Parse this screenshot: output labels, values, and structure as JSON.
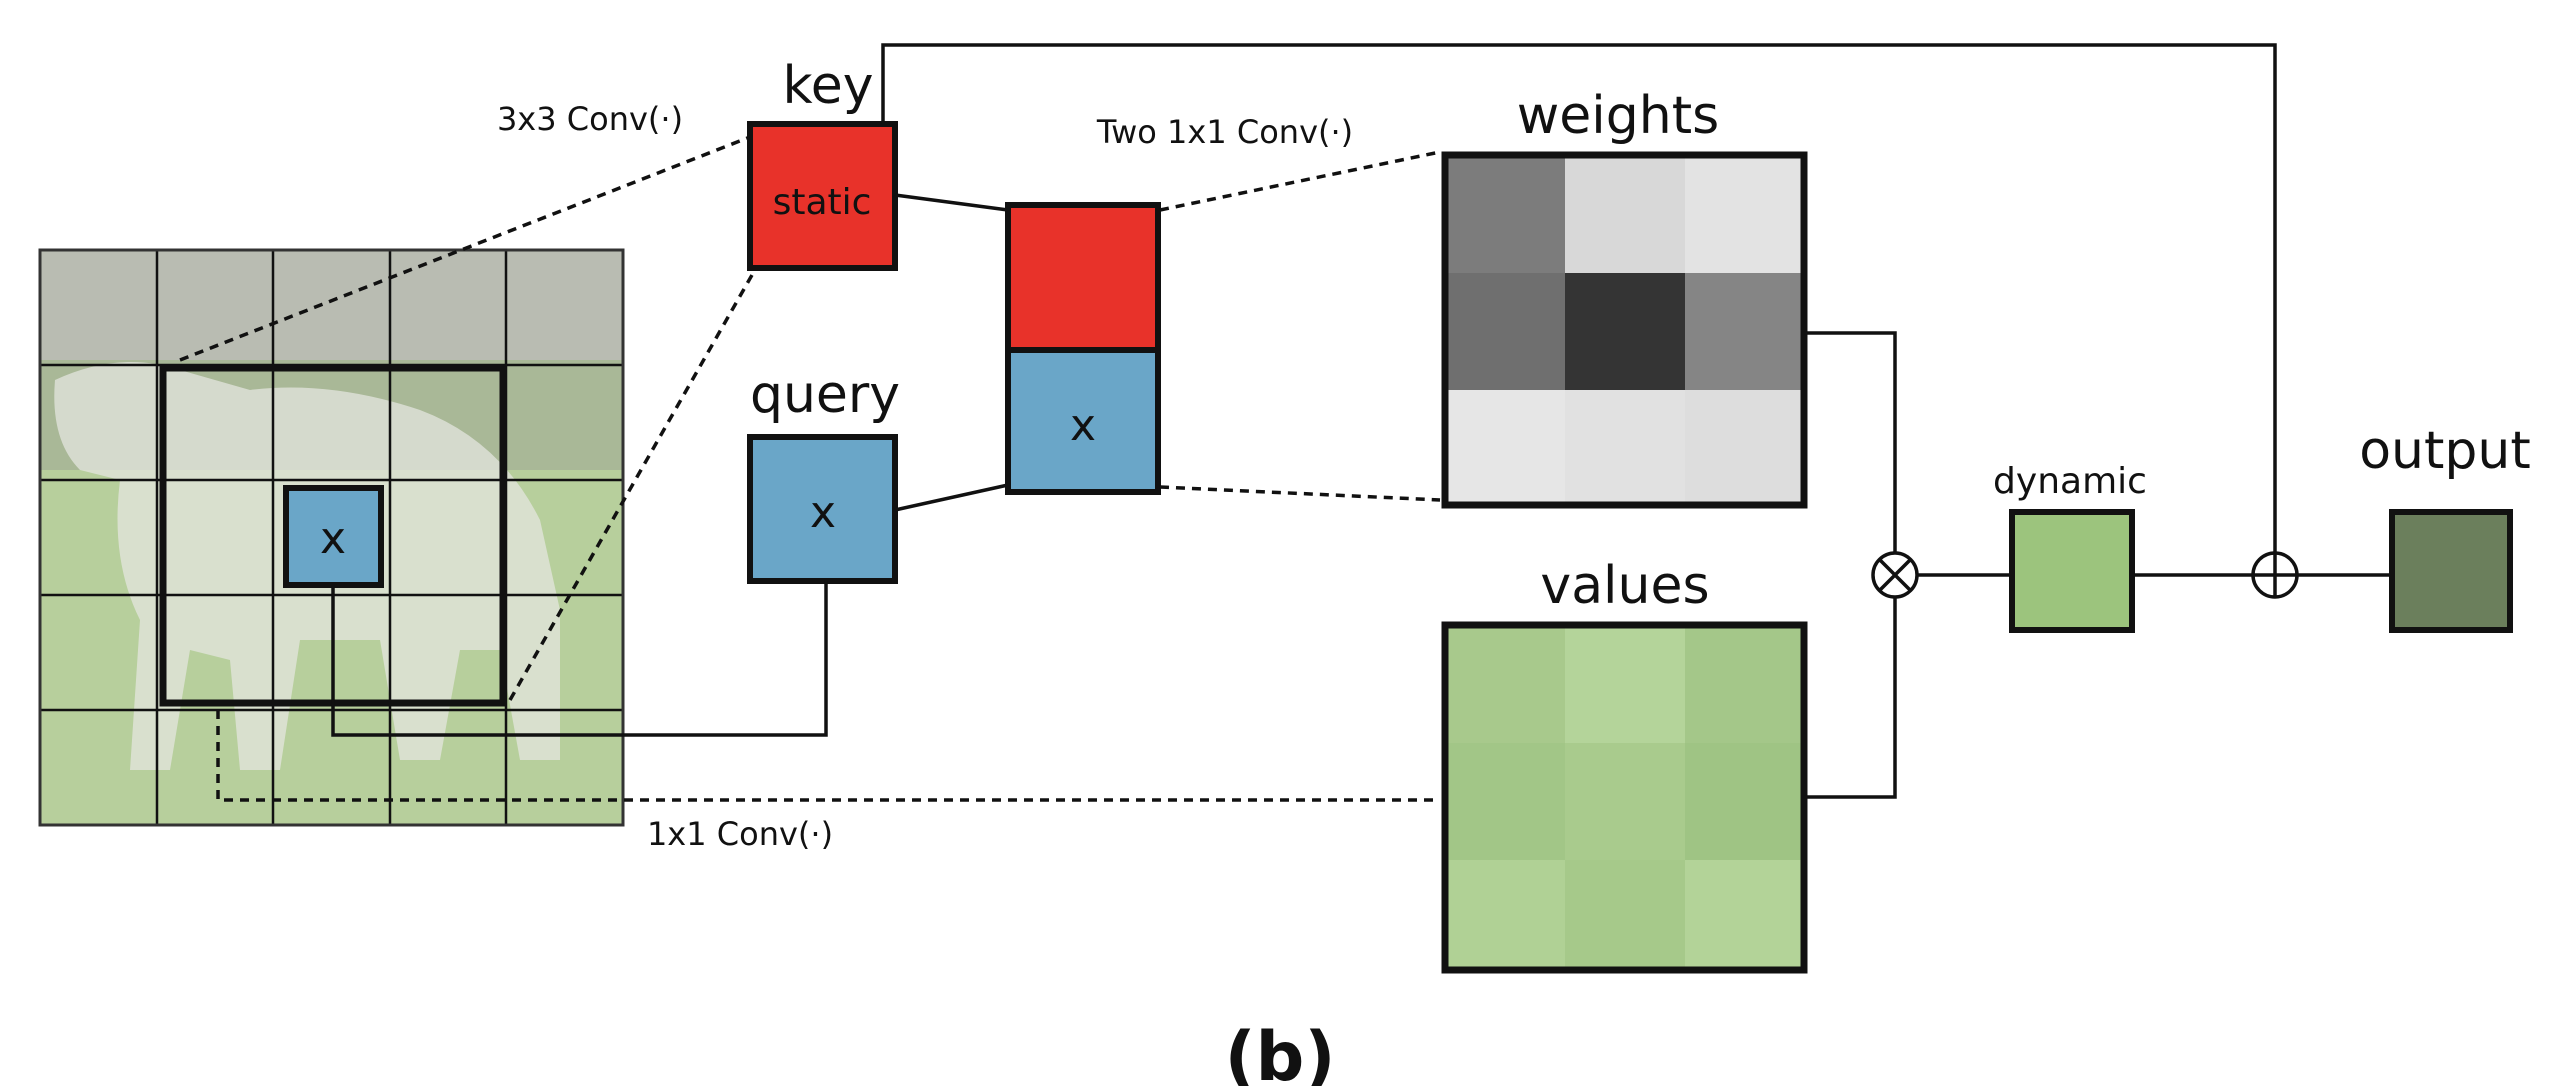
{
  "labels": {
    "key": "key",
    "static": "static",
    "query": "query",
    "x_feature": "x",
    "x_query": "x",
    "x_concat": "x",
    "conv3x3": "3x3 Conv(·)",
    "two_conv1x1": "Two 1x1 Conv(·)",
    "conv1x1": "1x1 Conv(·)",
    "weights": "weights",
    "values": "values",
    "dynamic": "dynamic",
    "output": "output",
    "panel": "(b)",
    "multiply_symbol": "⊗",
    "add_symbol": "⊕"
  },
  "colors": {
    "static_red": "#e8322a",
    "query_blue": "#6aa6c8",
    "value_green": "#a6c98a",
    "dynamic_green": "#9cc47d",
    "output_green": "#6b7f5c",
    "weights_shades": [
      "#7c7c7c",
      "#d8d8d8",
      "#e3e3e3",
      "#6f6f6f",
      "#343434",
      "#858585",
      "#e6e6e6",
      "#e1e1e1",
      "#dddddd"
    ],
    "values_shades": [
      "#a8c98c",
      "#b4d49a",
      "#a4c789",
      "#a2c687",
      "#a9cb8d",
      "#9fc484",
      "#b0d195",
      "#a6c98a",
      "#b3d398"
    ]
  }
}
